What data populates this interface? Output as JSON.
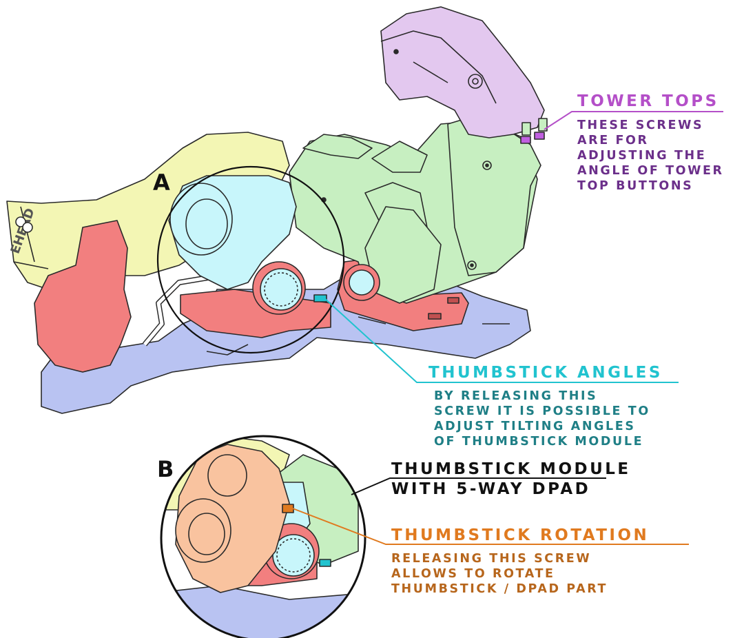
{
  "markers": {
    "a": "A",
    "b": "B"
  },
  "annotations": {
    "tower_tops": {
      "title": "TOWER TOPS",
      "lines": [
        "THESE SCREWS",
        "ARE FOR",
        "ADJUSTING THE",
        "ANGLE OF TOWER",
        "TOP BUTTONS"
      ],
      "color": "#b44fc8",
      "body_color": "#6b2f8a"
    },
    "thumbstick_angles": {
      "title": "THUMBSTICK ANGLES",
      "lines": [
        "BY RELEASING THIS",
        "SCREW IT IS POSSIBLE TO",
        "ADJUST TILTING ANGLES",
        "OF THUMBSTICK MODULE"
      ],
      "color": "#21c3cf",
      "body_color": "#1f7f86"
    },
    "thumbstick_module": {
      "lines": [
        "THUMBSTICK MODULE",
        "WITH 5-WAY DPAD"
      ],
      "color": "#111111"
    },
    "thumbstick_rotation": {
      "title": "THUMBSTICK ROTATION",
      "lines": [
        "RELEASING THIS SCREW",
        "ALLOWS TO ROTATE",
        "THUMBSTICK / DPAD PART"
      ],
      "color": "#e07a1f",
      "body_color": "#b7661c"
    }
  },
  "colors": {
    "base_plate": "#b9c3f2",
    "red_parts": "#f27f7f",
    "yellow_body": "#f3f6b4",
    "cyan_module": "#c8f6fb",
    "green_tower": "#c7efc1",
    "purple_top": "#e3c8ef",
    "orange_module": "#f9c39f",
    "outline": "#2a2a2a"
  }
}
